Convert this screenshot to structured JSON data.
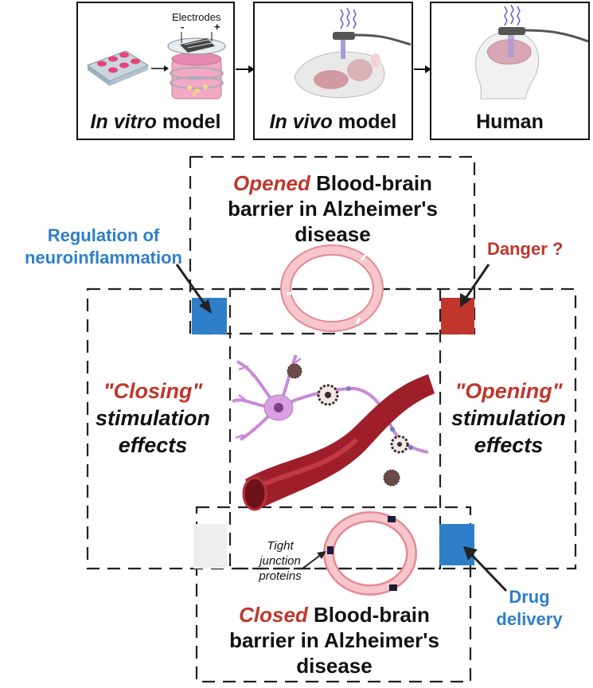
{
  "top_panels": [
    {
      "italic": "In vitro",
      "rest": " model"
    },
    {
      "italic": "In vivo",
      "rest": " model"
    },
    {
      "italic": "",
      "rest": "Human"
    }
  ],
  "electrodes": {
    "label": "Electrodes",
    "minus": "-",
    "plus": "+"
  },
  "opened": {
    "red": "Opened",
    "line1_rest": " Blood-brain",
    "line2": "barrier in Alzheimer's",
    "line3": "disease"
  },
  "closed": {
    "red": "Closed",
    "line1_rest": " Blood-brain",
    "line2": "barrier in Alzheimer's",
    "line3": "disease"
  },
  "regulation": {
    "line1": "Regulation of",
    "line2": "neuroinflammation"
  },
  "danger": "Danger ?",
  "closing": {
    "open_quote": "\"",
    "word": "Closing",
    "close_quote": "\"",
    "line2": "stimulation",
    "line3": "effects"
  },
  "opening": {
    "open_quote": "\"",
    "word": "Opening",
    "close_quote": "\"",
    "line2": "stimulation",
    "line3": "effects"
  },
  "tight": {
    "line1": "Tight",
    "line2": "junction",
    "line3": "proteins"
  },
  "drug": {
    "line1": "Drug",
    "line2": "delivery"
  },
  "colors": {
    "red": "#c0362c",
    "blue": "#2f7fc8",
    "grey": "#eeeeee",
    "dark": "#111111"
  }
}
